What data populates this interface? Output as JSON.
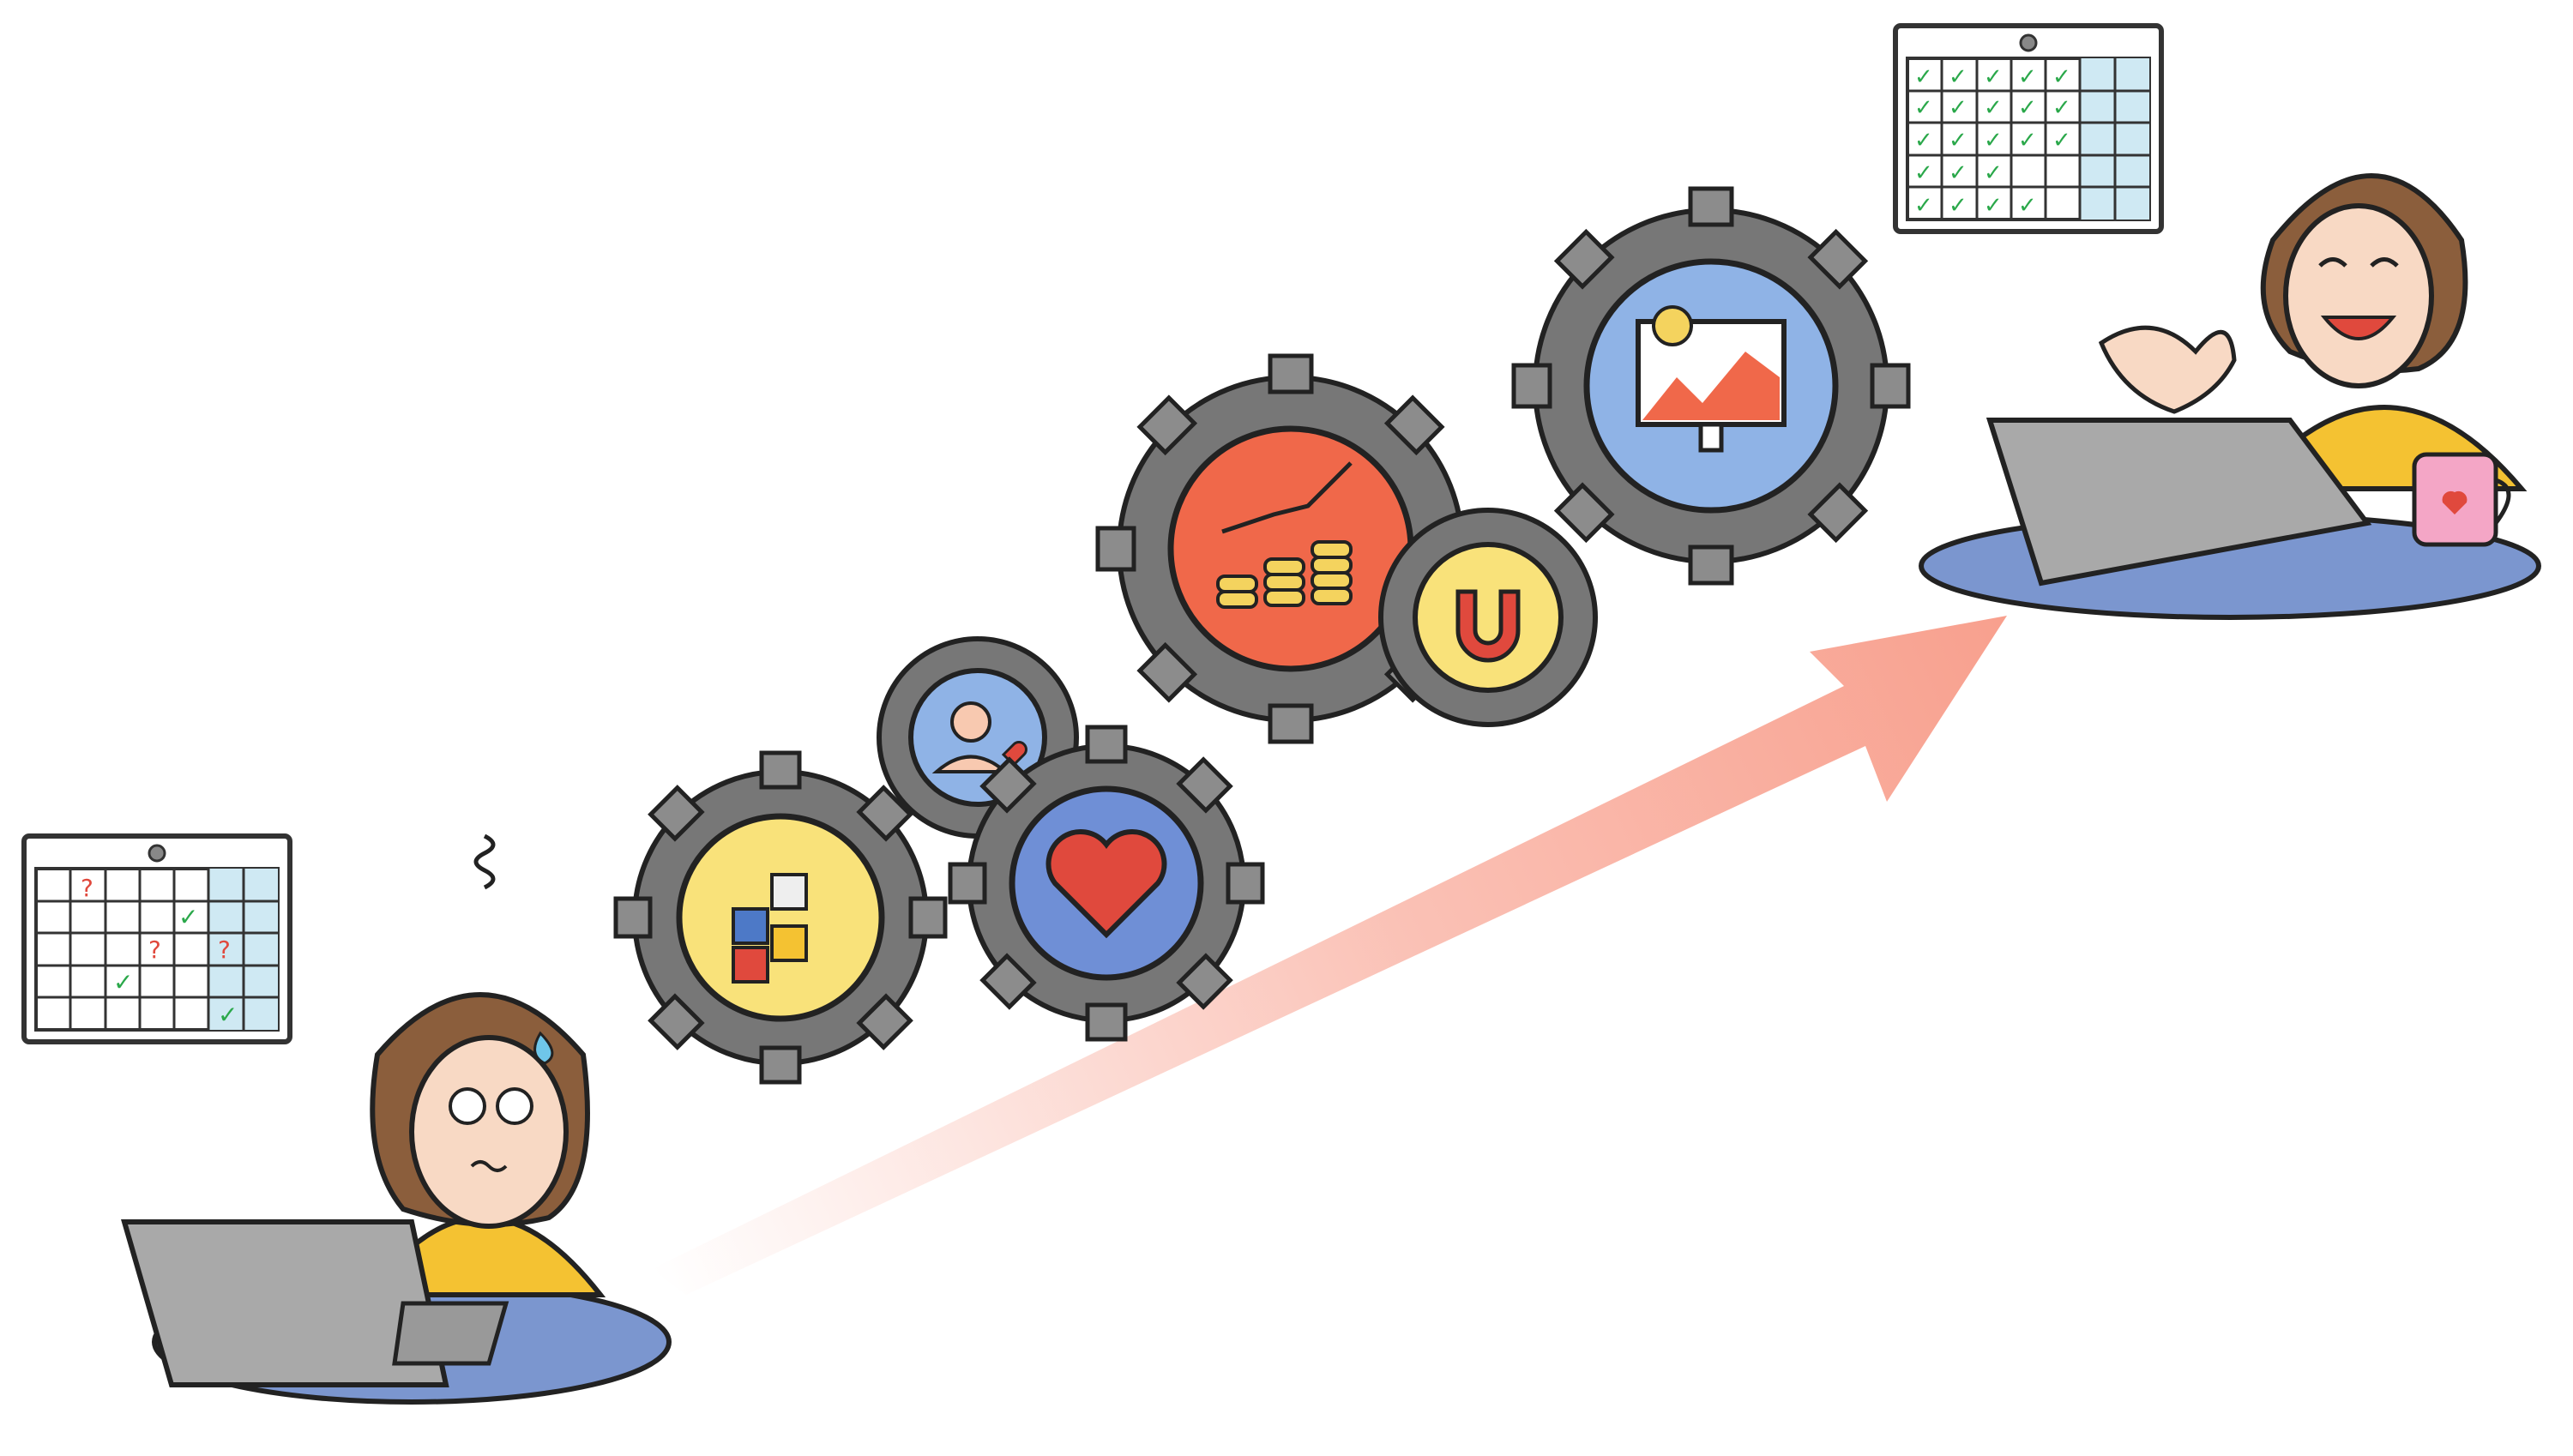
{
  "scene": {
    "background": "#ffffff",
    "before_calendar": {
      "columns": 7,
      "rows": 5,
      "marks": [
        {
          "row": 0,
          "col": 1,
          "kind": "question"
        },
        {
          "row": 1,
          "col": 4,
          "kind": "check"
        },
        {
          "row": 2,
          "col": 3,
          "kind": "question"
        },
        {
          "row": 2,
          "col": 5,
          "kind": "question"
        },
        {
          "row": 3,
          "col": 2,
          "kind": "check"
        },
        {
          "row": 4,
          "col": 5,
          "kind": "check"
        }
      ],
      "shaded_columns": [
        5,
        6
      ]
    },
    "after_calendar": {
      "columns": 7,
      "rows": 5,
      "checked_cells": "most",
      "shaded_columns": [
        5,
        6
      ]
    },
    "gears": [
      {
        "icon": "puzzle-icon",
        "fill": "#f9e27a"
      },
      {
        "icon": "person-heart-icon",
        "fill": "#8fb3e6"
      },
      {
        "icon": "handshake-heart-icon",
        "fill": "#6f8fd6"
      },
      {
        "icon": "coins-growth-icon",
        "fill": "#f0684a"
      },
      {
        "icon": "magnet-icon",
        "fill": "#f9e27a"
      },
      {
        "icon": "monitor-chart-icon",
        "fill": "#8fb3e6"
      }
    ],
    "colors": {
      "arrow": "#f8a08e",
      "shirt": "#f4c232",
      "hair": "#8b5e3c",
      "desk": "#7b96cf",
      "laptop": "#a9a9a9",
      "gear_metal": "#8c8c8c",
      "check": "#2aa84a",
      "question": "#e0493d",
      "mug": "#f4a6c6"
    }
  }
}
